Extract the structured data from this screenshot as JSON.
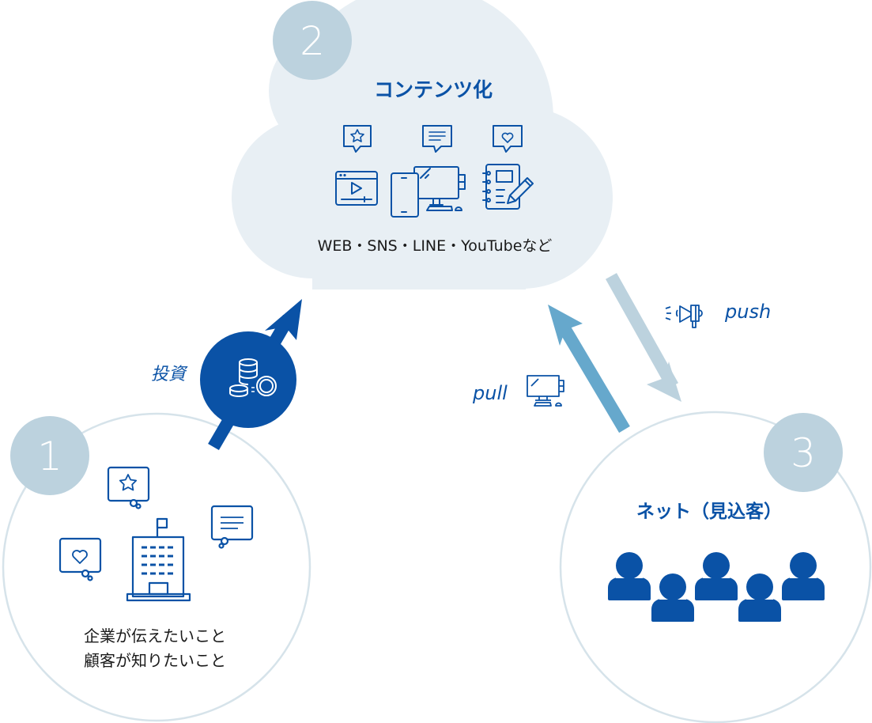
{
  "colors": {
    "primary": "#0a52a6",
    "pull_arrow": "#66a8cc",
    "push_arrow": "#bcd2de",
    "badge": "#bcd2de",
    "cloud": "#e8eff4",
    "ring": "#d6e3ea",
    "text": "#1a1a1a"
  },
  "cloud": {
    "badge_number": "2",
    "title": "コンテンツ化",
    "subtitle": "WEB・SNS・LINE・YouTubeなど",
    "icons": [
      "star-bubble-icon",
      "text-bubble-icon",
      "heart-bubble-icon",
      "video-player-icon",
      "devices-icon",
      "notebook-pencil-icon"
    ]
  },
  "company": {
    "badge_number": "1",
    "line1": "企業が伝えたいこと",
    "line2": "顧客が知りたいこと",
    "icons": [
      "star-bubble-icon",
      "text-bubble-icon",
      "heart-bubble-icon",
      "office-building-icon"
    ]
  },
  "net": {
    "badge_number": "3",
    "title": "ネット（見込客）",
    "people_count": 5
  },
  "arrows": {
    "invest_label": "投資",
    "push_label": "push",
    "pull_label": "pull"
  }
}
